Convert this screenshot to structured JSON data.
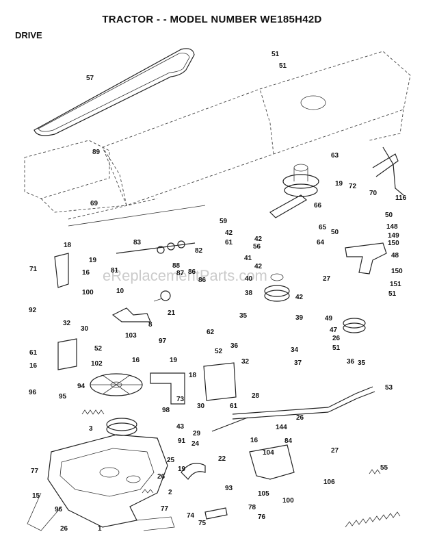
{
  "title": "TRACTOR - - MODEL NUMBER WE185H42D",
  "section": "DRIVE",
  "watermark": "eReplacementParts.com",
  "callouts": [
    {
      "name": "callout-51a",
      "text": "51"
    },
    {
      "name": "callout-51b",
      "text": "51"
    },
    {
      "name": "callout-57",
      "text": "57"
    },
    {
      "name": "callout-89",
      "text": "89"
    },
    {
      "name": "callout-69",
      "text": "69"
    },
    {
      "name": "callout-63",
      "text": "63"
    },
    {
      "name": "callout-19a",
      "text": "19"
    },
    {
      "name": "callout-72",
      "text": "72"
    },
    {
      "name": "callout-70",
      "text": "70"
    },
    {
      "name": "callout-116",
      "text": "116"
    },
    {
      "name": "callout-66",
      "text": "66"
    },
    {
      "name": "callout-59",
      "text": "59"
    },
    {
      "name": "callout-42a",
      "text": "42"
    },
    {
      "name": "callout-61a",
      "text": "61"
    },
    {
      "name": "callout-42b",
      "text": "42"
    },
    {
      "name": "callout-56",
      "text": "56"
    },
    {
      "name": "callout-65",
      "text": "65"
    },
    {
      "name": "callout-64",
      "text": "64"
    },
    {
      "name": "callout-50a",
      "text": "50"
    },
    {
      "name": "callout-50b",
      "text": "50"
    },
    {
      "name": "callout-148",
      "text": "148"
    },
    {
      "name": "callout-149",
      "text": "149"
    },
    {
      "name": "callout-150a",
      "text": "150"
    },
    {
      "name": "callout-48",
      "text": "48"
    },
    {
      "name": "callout-150b",
      "text": "150"
    },
    {
      "name": "callout-151",
      "text": "151"
    },
    {
      "name": "callout-51c",
      "text": "51"
    },
    {
      "name": "callout-41",
      "text": "41"
    },
    {
      "name": "callout-42c",
      "text": "42"
    },
    {
      "name": "callout-40",
      "text": "40"
    },
    {
      "name": "callout-27a",
      "text": "27"
    },
    {
      "name": "callout-38",
      "text": "38"
    },
    {
      "name": "callout-42d",
      "text": "42"
    },
    {
      "name": "callout-39",
      "text": "39"
    },
    {
      "name": "callout-18a",
      "text": "18"
    },
    {
      "name": "callout-83",
      "text": "83"
    },
    {
      "name": "callout-82",
      "text": "82"
    },
    {
      "name": "callout-71",
      "text": "71"
    },
    {
      "name": "callout-19b",
      "text": "19"
    },
    {
      "name": "callout-16a",
      "text": "16"
    },
    {
      "name": "callout-81",
      "text": "81"
    },
    {
      "name": "callout-88",
      "text": "88"
    },
    {
      "name": "callout-87",
      "text": "87"
    },
    {
      "name": "callout-86a",
      "text": "86"
    },
    {
      "name": "callout-86b",
      "text": "86"
    },
    {
      "name": "callout-100a",
      "text": "100"
    },
    {
      "name": "callout-10",
      "text": "10"
    },
    {
      "name": "callout-92",
      "text": "92"
    },
    {
      "name": "callout-8",
      "text": "8"
    },
    {
      "name": "callout-21",
      "text": "21"
    },
    {
      "name": "callout-49",
      "text": "49"
    },
    {
      "name": "callout-47",
      "text": "47"
    },
    {
      "name": "callout-26a",
      "text": "26"
    },
    {
      "name": "callout-51d",
      "text": "51"
    },
    {
      "name": "callout-32a",
      "text": "32"
    },
    {
      "name": "callout-30a",
      "text": "30"
    },
    {
      "name": "callout-62",
      "text": "62"
    },
    {
      "name": "callout-35a",
      "text": "35"
    },
    {
      "name": "callout-36a",
      "text": "36"
    },
    {
      "name": "callout-34",
      "text": "34"
    },
    {
      "name": "callout-37",
      "text": "37"
    },
    {
      "name": "callout-103",
      "text": "103"
    },
    {
      "name": "callout-97",
      "text": "97"
    },
    {
      "name": "callout-61b",
      "text": "61"
    },
    {
      "name": "callout-52a",
      "text": "52"
    },
    {
      "name": "callout-16b",
      "text": "16"
    },
    {
      "name": "callout-102",
      "text": "102"
    },
    {
      "name": "callout-16c",
      "text": "16"
    },
    {
      "name": "callout-19c",
      "text": "19"
    },
    {
      "name": "callout-52b",
      "text": "52"
    },
    {
      "name": "callout-32b",
      "text": "32"
    },
    {
      "name": "callout-36b",
      "text": "36"
    },
    {
      "name": "callout-35b",
      "text": "35"
    },
    {
      "name": "callout-18b",
      "text": "18"
    },
    {
      "name": "callout-94",
      "text": "94"
    },
    {
      "name": "callout-73",
      "text": "73"
    },
    {
      "name": "callout-30b",
      "text": "30"
    },
    {
      "name": "callout-61c",
      "text": "61"
    },
    {
      "name": "callout-28",
      "text": "28"
    },
    {
      "name": "callout-53",
      "text": "53"
    },
    {
      "name": "callout-96a",
      "text": "96"
    },
    {
      "name": "callout-95",
      "text": "95"
    },
    {
      "name": "callout-98",
      "text": "98"
    },
    {
      "name": "callout-26b",
      "text": "26"
    },
    {
      "name": "callout-3",
      "text": "3"
    },
    {
      "name": "callout-43",
      "text": "43"
    },
    {
      "name": "callout-29",
      "text": "29"
    },
    {
      "name": "callout-144",
      "text": "144"
    },
    {
      "name": "callout-16d",
      "text": "16"
    },
    {
      "name": "callout-84",
      "text": "84"
    },
    {
      "name": "callout-104",
      "text": "104"
    },
    {
      "name": "callout-27b",
      "text": "27"
    },
    {
      "name": "callout-91",
      "text": "91"
    },
    {
      "name": "callout-24",
      "text": "24"
    },
    {
      "name": "callout-22",
      "text": "22"
    },
    {
      "name": "callout-55",
      "text": "55"
    },
    {
      "name": "callout-77a",
      "text": "77"
    },
    {
      "name": "callout-25",
      "text": "25"
    },
    {
      "name": "callout-19d",
      "text": "19"
    },
    {
      "name": "callout-26c",
      "text": "26"
    },
    {
      "name": "callout-106",
      "text": "106"
    },
    {
      "name": "callout-2",
      "text": "2"
    },
    {
      "name": "callout-93",
      "text": "93"
    },
    {
      "name": "callout-105",
      "text": "105"
    },
    {
      "name": "callout-100b",
      "text": "100"
    },
    {
      "name": "callout-15",
      "text": "15"
    },
    {
      "name": "callout-96b",
      "text": "96"
    },
    {
      "name": "callout-77b",
      "text": "77"
    },
    {
      "name": "callout-78",
      "text": "78"
    },
    {
      "name": "callout-74",
      "text": "74"
    },
    {
      "name": "callout-76",
      "text": "76"
    },
    {
      "name": "callout-75",
      "text": "75"
    },
    {
      "name": "callout-26d",
      "text": "26"
    },
    {
      "name": "callout-1",
      "text": "1"
    }
  ]
}
